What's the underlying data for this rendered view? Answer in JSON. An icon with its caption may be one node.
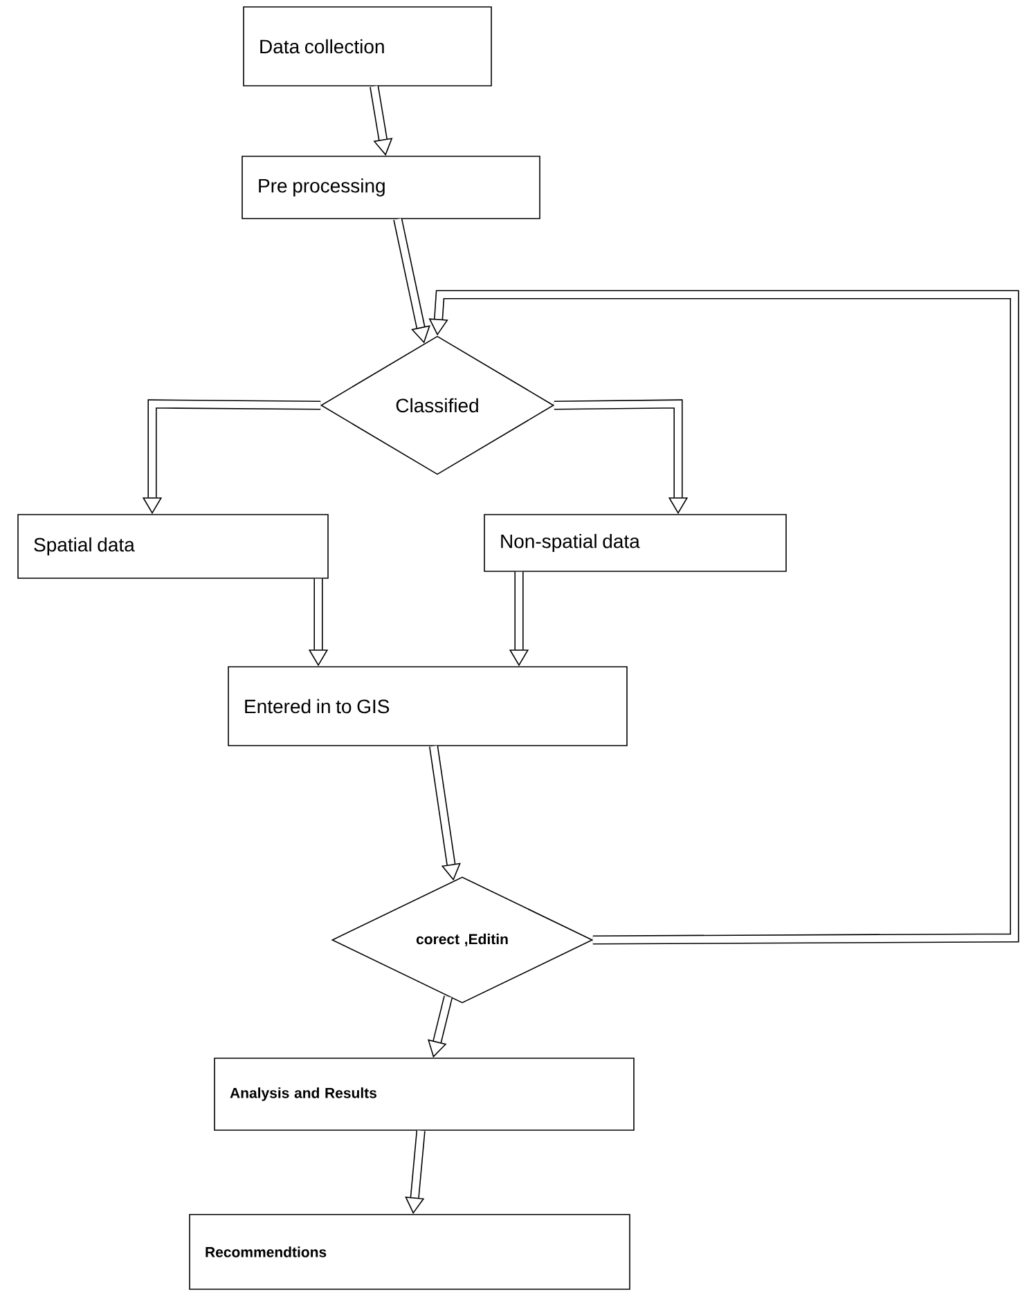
{
  "diagram": {
    "nodes": [
      {
        "text": [
          "Data collection"
        ]
      },
      {
        "text": [
          "Pre processing"
        ]
      },
      {
        "text": [
          "Classified"
        ]
      },
      {
        "text": [
          "Spatial data"
        ]
      },
      {
        "text": [
          "Non-spatial data"
        ]
      },
      {
        "text": [
          "Entered in to GIS"
        ]
      },
      {
        "text": [
          "corect ,Editin"
        ]
      },
      {
        "text": [
          "Analysis and Results"
        ]
      },
      {
        "text": [
          "Recommendtions"
        ]
      }
    ],
    "edges": [
      {
        "from": 0,
        "to": 1,
        "arrow": "to"
      },
      {
        "from": 1,
        "to": 2,
        "arrow": "to"
      },
      {
        "from": 2,
        "to": 3,
        "arrow": "to"
      },
      {
        "from": 2,
        "to": 4,
        "arrow": "to"
      },
      {
        "from": 3,
        "to": 5,
        "arrow": "to"
      },
      {
        "from": 4,
        "to": 5,
        "arrow": "to"
      },
      {
        "from": 5,
        "to": 6,
        "arrow": "to"
      },
      {
        "from": 6,
        "to": 7,
        "arrow": "to"
      },
      {
        "from": 7,
        "to": 8,
        "arrow": "to"
      },
      {
        "from": 6,
        "to": 2,
        "arrow": "to"
      }
    ]
  }
}
